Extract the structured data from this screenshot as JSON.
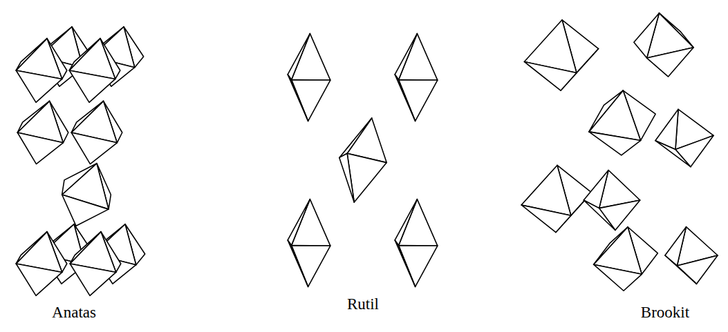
{
  "diagram": {
    "labels": [
      "Anatas",
      "Rutil",
      "Brookit"
    ]
  }
}
